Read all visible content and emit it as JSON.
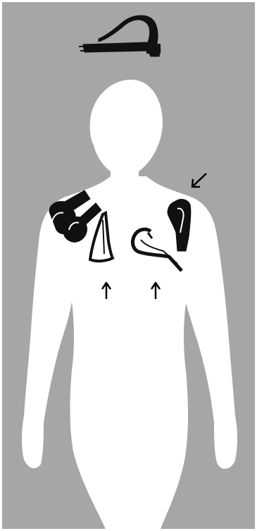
{
  "figure": {
    "background_color": "#a6a6a6",
    "silhouette_color": "#ffffff",
    "object_color": "#111111",
    "arrow_color": "#000000",
    "silhouette_icon": "human-body-silhouette-icon",
    "objects": [
      {
        "id": "top",
        "icon": "brooch-fibula-icon"
      },
      {
        "id": "left-outer",
        "icon": "brooch-fibula-icon"
      },
      {
        "id": "left-inner",
        "icon": "brooch-fibula-icon"
      },
      {
        "id": "right-inner",
        "icon": "brooch-fibula-icon"
      },
      {
        "id": "right-outer",
        "icon": "brooch-fibula-icon"
      }
    ],
    "arrows": [
      {
        "id": "left-up",
        "icon": "arrow-up-icon"
      },
      {
        "id": "right-up",
        "icon": "arrow-up-icon"
      },
      {
        "id": "diagonal",
        "icon": "arrow-down-left-icon"
      }
    ]
  }
}
